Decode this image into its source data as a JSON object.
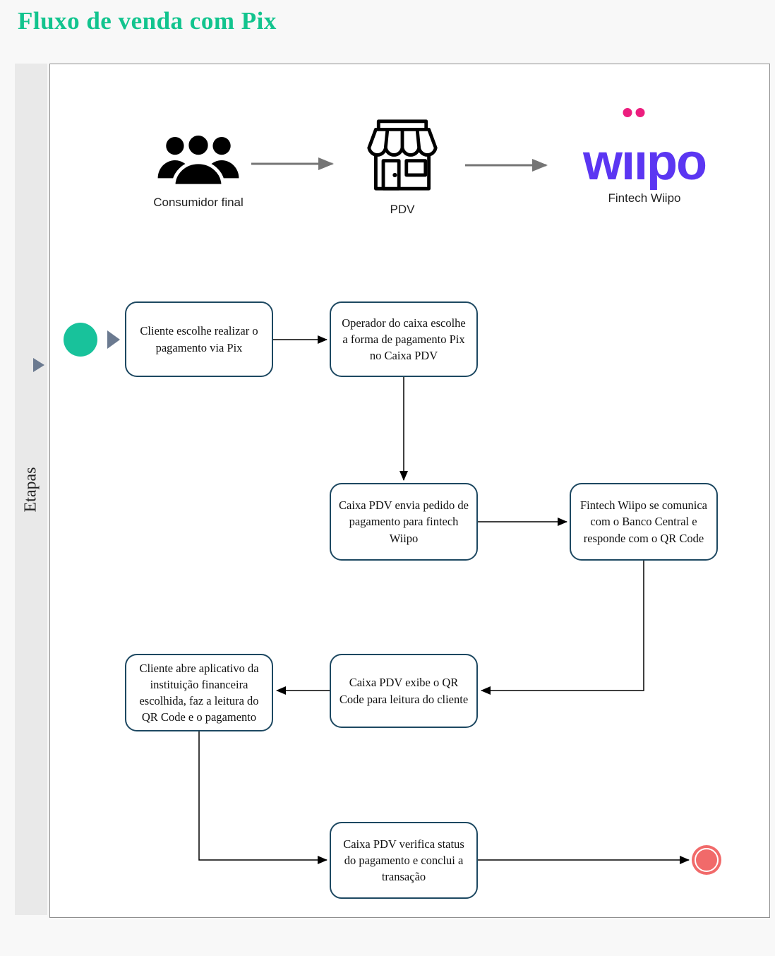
{
  "page": {
    "title": "Fluxo de venda com Pix"
  },
  "lane": {
    "label": "Etapas"
  },
  "entities": {
    "consumer": {
      "label": "Consumidor final",
      "icon": "people-group-icon"
    },
    "pdv": {
      "label": "PDV",
      "icon": "storefront-icon"
    },
    "fintech": {
      "label": "Fintech Wiipo",
      "logo": {
        "full": "wiipo",
        "w": "w",
        "i": "ı",
        "po": "po"
      }
    }
  },
  "flow": {
    "start": {
      "type": "start-event"
    },
    "steps": [
      {
        "label": "Cliente escolhe realizar o pagamento via Pix"
      },
      {
        "label": "Operador do caixa escolhe a forma de pagamento Pix no Caixa PDV"
      },
      {
        "label": "Caixa PDV envia pedido de pagamento para fintech Wiipo"
      },
      {
        "label": "Fintech Wiipo se comunica com o Banco Central e responde com o QR Code"
      },
      {
        "label": "Cliente abre aplicativo da instituição financeira escolhida, faz a leitura do QR Code e o pagamento"
      },
      {
        "label": "Caixa PDV exibe o QR Code para leitura do cliente"
      },
      {
        "label": "Caixa PDV verifica  status do pagamento e conclui a transação"
      }
    ],
    "end": {
      "type": "end-event"
    }
  },
  "colors": {
    "title_green": "#12c48e",
    "start_green": "#18c29b",
    "end_red": "#f16a6a",
    "box_border": "#1d4861",
    "logo_purple": "#5b36f2",
    "logo_pink": "#ec1e7e",
    "entity_arrow_gray": "#757575",
    "connector_black": "#000000",
    "lane_gray": "#e9e9e9"
  }
}
